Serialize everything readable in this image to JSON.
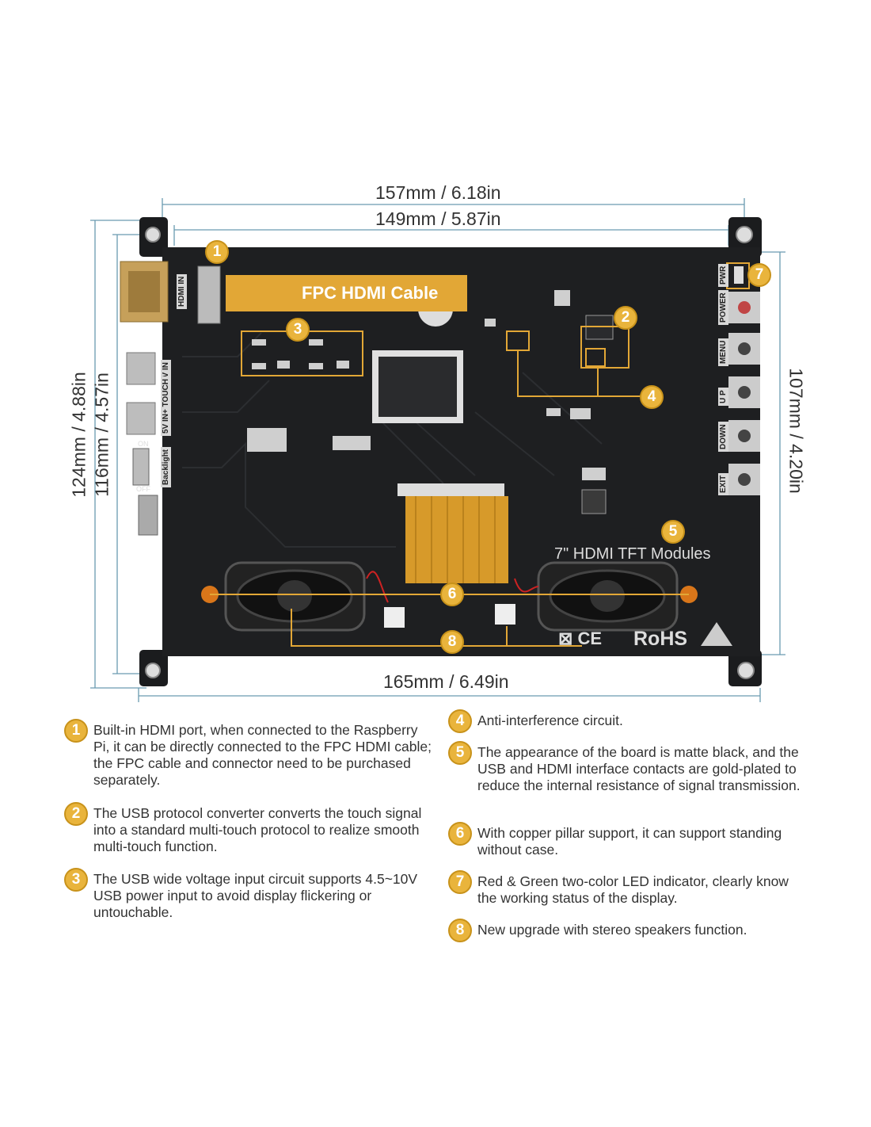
{
  "dimensions": {
    "top_outer": "157mm / 6.18in",
    "top_inner": "149mm / 5.87in",
    "bottom": "165mm / 6.49in",
    "left_outer": "124mm / 4.88in",
    "left_inner": "116mm / 4.57in",
    "right": "107mm / 4.20in"
  },
  "board": {
    "fpc_label": "FPC HDMI Cable",
    "model_label": "7\" HDMI TFT Modules",
    "rohs": "RoHS",
    "ports": {
      "hdmi": "HDMI IN",
      "usb1": "5V IN",
      "usb2": "5V IN+ TOUCH",
      "backlight": "Backlight",
      "on": "ON",
      "off": "OFF"
    },
    "buttons": [
      "PWR",
      "POWER",
      "MENU",
      "U P",
      "DOWN",
      "EXIT"
    ],
    "callouts": [
      "1",
      "2",
      "3",
      "4",
      "5",
      "6",
      "7",
      "8"
    ],
    "colors": {
      "pcb": "#1e1f21",
      "accent": "#e2a736"
    }
  },
  "notes": [
    {
      "num": "1",
      "text": "Built-in HDMI port, when connected to the Raspberry Pi, it can be directly connected to the FPC HDMI cable; the FPC cable and connector need to be purchased separately."
    },
    {
      "num": "2",
      "text": "The USB protocol converter converts the touch signal into a standard multi-touch protocol to realize smooth multi-touch function."
    },
    {
      "num": "3",
      "text": "The USB wide voltage input circuit supports 4.5~10V USB power input to avoid display flickering or untouchable."
    },
    {
      "num": "4",
      "text": "Anti-interference circuit."
    },
    {
      "num": "5",
      "text": "The appearance of the board is matte black, and the USB and HDMI interface contacts are gold-plated to reduce the internal resistance of signal transmission."
    },
    {
      "num": "6",
      "text": "With copper pillar support, it can support standing without case."
    },
    {
      "num": "7",
      "text": "Red & Green two-color LED indicator, clearly know the working status of the display."
    },
    {
      "num": "8",
      "text": "New upgrade with stereo speakers function."
    }
  ]
}
